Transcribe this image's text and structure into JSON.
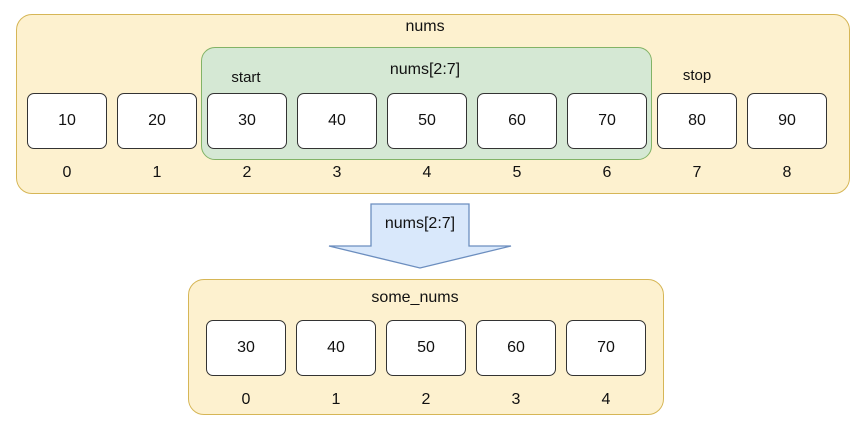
{
  "colors": {
    "outer_fill": "#fdf1cf",
    "outer_border": "#d6b656",
    "slice_fill": "#d5e8d4",
    "slice_border": "#82b366",
    "arrow_fill": "#d9e8fb",
    "arrow_border": "#6c8ebf",
    "cell_fill": "#ffffff",
    "cell_border": "#333333"
  },
  "nums": {
    "title": "nums",
    "values": [
      "10",
      "20",
      "30",
      "40",
      "50",
      "60",
      "70",
      "80",
      "90"
    ],
    "indices": [
      "0",
      "1",
      "2",
      "3",
      "4",
      "5",
      "6",
      "7",
      "8"
    ]
  },
  "slice_highlight": {
    "title": "nums[2:7]",
    "start_label": "start",
    "stop_label": "stop"
  },
  "arrow": {
    "label": "nums[2:7]"
  },
  "some_nums": {
    "title": "some_nums",
    "values": [
      "30",
      "40",
      "50",
      "60",
      "70"
    ],
    "indices": [
      "0",
      "1",
      "2",
      "3",
      "4"
    ]
  }
}
